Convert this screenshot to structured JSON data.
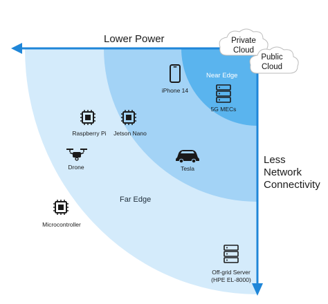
{
  "axes": {
    "power_label": "Lower Power",
    "connectivity_label": [
      "Less",
      "Network",
      "Connectivity"
    ]
  },
  "zones": {
    "far_edge": "Far Edge",
    "near_edge": "Near Edge"
  },
  "clouds": {
    "private": [
      "Private",
      "Cloud"
    ],
    "public": [
      "Public",
      "Cloud"
    ]
  },
  "devices": {
    "iphone": "iPhone 14",
    "mec": "5G MECs",
    "rpi": "Raspberry Pi",
    "jetson": "Jetson Nano",
    "drone": "Drone",
    "tesla": "Tesla",
    "mcu": "Microcontroller",
    "offgrid": [
      "Off-grid Server",
      "(HPE EL-8000)"
    ]
  },
  "colors": {
    "axis": "#1f86d8",
    "zone_outer": "#d4ebfb",
    "zone_middle": "#a3d3f6",
    "zone_inner": "#5ab4ee",
    "icon": "#1a1a1a"
  },
  "icons": [
    "smartphone-icon",
    "server-icon",
    "chip-icon",
    "drone-icon",
    "car-icon",
    "cloud-icon"
  ]
}
